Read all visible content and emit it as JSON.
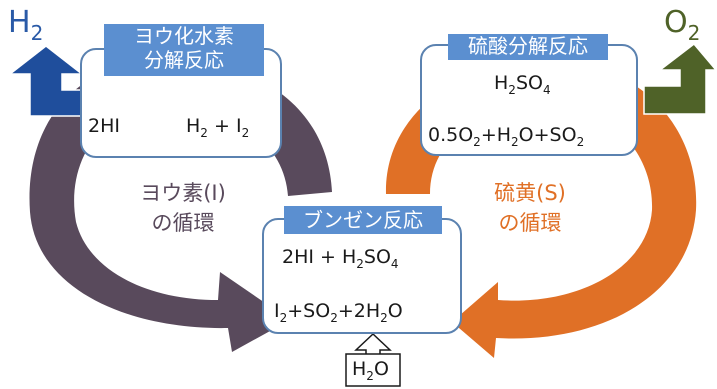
{
  "colors": {
    "iodine_cycle": "#594a5c",
    "sulfur_cycle": "#e07026",
    "h2_arrow": "#1f4e9c",
    "o2_arrow": "#4f6228",
    "box_title": "#5b8fd0",
    "box_border": "#5b82b0",
    "hydrogen_text": "#2a5aa7",
    "oxygen_text": "#4f6228"
  },
  "outputs": {
    "h2": {
      "main": "H",
      "sub": "2"
    },
    "o2": {
      "main": "O",
      "sub": "2"
    }
  },
  "hi_decomposition": {
    "title_line1": "ヨウ化水素",
    "title_line2": "分解反応",
    "reactant": "2HI",
    "product_1": "H",
    "product_1_sub": "2",
    "plus": "+",
    "product_2": "I",
    "product_2_sub": "2"
  },
  "sulfuric_decomposition": {
    "title": "硫酸分解反応",
    "reactant": "H",
    "reactant_sub": "2",
    "reactant_rest": "SO",
    "reactant_sub2": "4",
    "products": [
      {
        "text": "0.5O",
        "sub": "2"
      },
      {
        "text": "+H",
        "sub": "2"
      },
      {
        "text": "O+SO",
        "sub": "2"
      }
    ]
  },
  "bunsen": {
    "title": "ブンゼン反応",
    "products_line": {
      "a": "2HI + H",
      "a_sub": "2",
      "b": "SO",
      "b_sub": "4"
    },
    "reactants_line": [
      {
        "text": "I",
        "sub": "2"
      },
      {
        "text": "+SO",
        "sub": "2"
      },
      {
        "text": "+2H",
        "sub": "2"
      },
      {
        "text": "O",
        "sub": ""
      }
    ]
  },
  "water_input": {
    "main": "H",
    "sub": "2",
    "rest": "O"
  },
  "cycle_labels": {
    "iodine_line1": "ヨウ素(I)",
    "iodine_line2": "の循環",
    "sulfur_line1": "硫黄(S)",
    "sulfur_line2": "の循環"
  }
}
